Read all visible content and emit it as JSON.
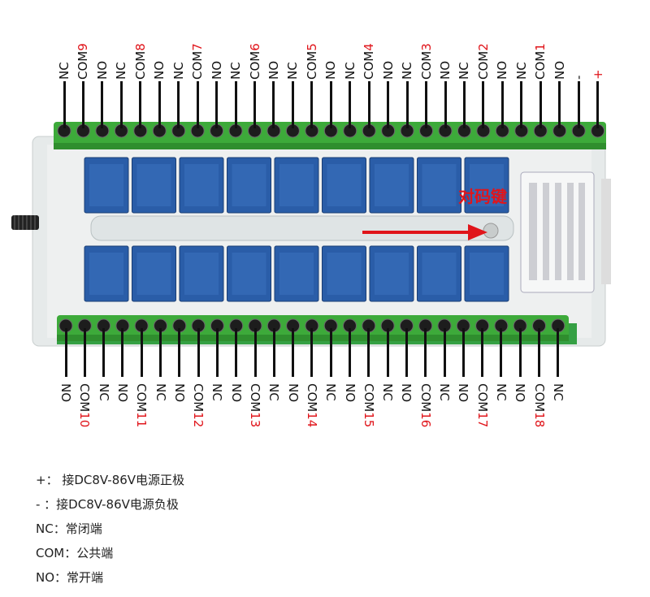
{
  "top_labels": [
    {
      "name": "NC"
    },
    {
      "name": "COM",
      "num": "9"
    },
    {
      "name": "NO"
    },
    {
      "name": "NC"
    },
    {
      "name": "COM",
      "num": "8"
    },
    {
      "name": "NO"
    },
    {
      "name": "NC"
    },
    {
      "name": "COM",
      "num": "7"
    },
    {
      "name": "NO"
    },
    {
      "name": "NC"
    },
    {
      "name": "COM",
      "num": "6"
    },
    {
      "name": "NO"
    },
    {
      "name": "NC"
    },
    {
      "name": "COM",
      "num": "5"
    },
    {
      "name": "NO"
    },
    {
      "name": "NC"
    },
    {
      "name": "COM",
      "num": "4"
    },
    {
      "name": "NO"
    },
    {
      "name": "NC"
    },
    {
      "name": "COM",
      "num": "3"
    },
    {
      "name": "NO"
    },
    {
      "name": "NC"
    },
    {
      "name": "COM",
      "num": "2"
    },
    {
      "name": "NO"
    },
    {
      "name": "NC"
    },
    {
      "name": "COM",
      "num": "1"
    },
    {
      "name": "NO"
    },
    {
      "name": "-"
    },
    {
      "num": "+"
    }
  ],
  "bottom_labels": [
    {
      "name": "NO"
    },
    {
      "name": "COM",
      "num": "10"
    },
    {
      "name": "NC"
    },
    {
      "name": "NO"
    },
    {
      "name": "COM",
      "num": "11"
    },
    {
      "name": "NC"
    },
    {
      "name": "NO"
    },
    {
      "name": "COM",
      "num": "12"
    },
    {
      "name": "NC"
    },
    {
      "name": "NO"
    },
    {
      "name": "COM",
      "num": "13"
    },
    {
      "name": "NC"
    },
    {
      "name": "NO"
    },
    {
      "name": "COM",
      "num": "14"
    },
    {
      "name": "NC"
    },
    {
      "name": "NO"
    },
    {
      "name": "COM",
      "num": "15"
    },
    {
      "name": "NC"
    },
    {
      "name": "NO"
    },
    {
      "name": "COM",
      "num": "16"
    },
    {
      "name": "NC"
    },
    {
      "name": "NO"
    },
    {
      "name": "COM",
      "num": "17"
    },
    {
      "name": "NC"
    },
    {
      "name": "NO"
    },
    {
      "name": "COM",
      "num": "18"
    },
    {
      "name": "NC"
    }
  ],
  "callout": "对码键",
  "legend": [
    "+：  接DC8V-86V电源正极",
    "-  ：接DC8V-86V电源负极",
    "NC：常闭端",
    "COM：公共端",
    "NO：常开端"
  ],
  "colors": {
    "terminal_green": "#3daa3a",
    "relay_blue": "#2a5da8",
    "arrow_red": "#e0151b",
    "number_red": "#e0151b",
    "housing": "#e8ecec"
  },
  "icons": [
    "antenna-spring-icon",
    "screw-terminal-icon",
    "relay-icon",
    "arrow-right-icon"
  ]
}
